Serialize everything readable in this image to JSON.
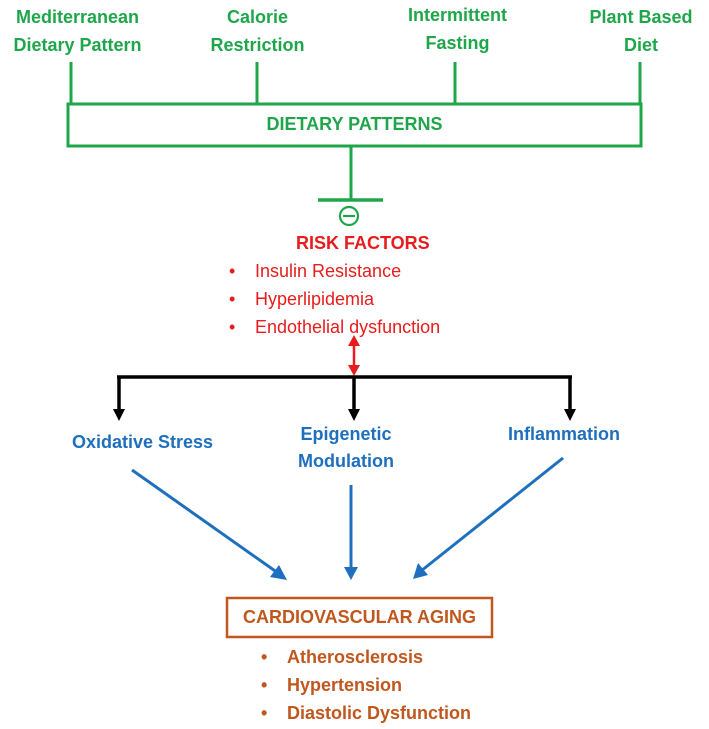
{
  "dietary_patterns": {
    "items": [
      {
        "label": "Mediterranean\nDietary Pattern"
      },
      {
        "label": "Calorie\nRestriction"
      },
      {
        "label": "Intermittent\nFasting"
      },
      {
        "label": "Plant Based\nDiet"
      }
    ],
    "box_label": "DIETARY PATTERNS",
    "inhibit_symbol": "⊖"
  },
  "risk_factors": {
    "title": "RISK FACTORS",
    "items": [
      "Insulin Resistance",
      "Hyperlipidemia",
      "Endothelial dysfunction"
    ]
  },
  "mechanisms": {
    "items": [
      {
        "label": "Oxidative Stress"
      },
      {
        "label": "Epigenetic\nModulation"
      },
      {
        "label": "Inflammation"
      }
    ]
  },
  "outcome": {
    "box_label": "CARDIOVASCULAR AGING",
    "items": [
      "Atherosclerosis",
      "Hypertension",
      "Diastolic Dysfunction"
    ]
  },
  "colors": {
    "green": "#1fa64a",
    "red": "#e81c1c",
    "blue": "#1f6fbf",
    "orange": "#c0571e",
    "black": "#000000"
  }
}
